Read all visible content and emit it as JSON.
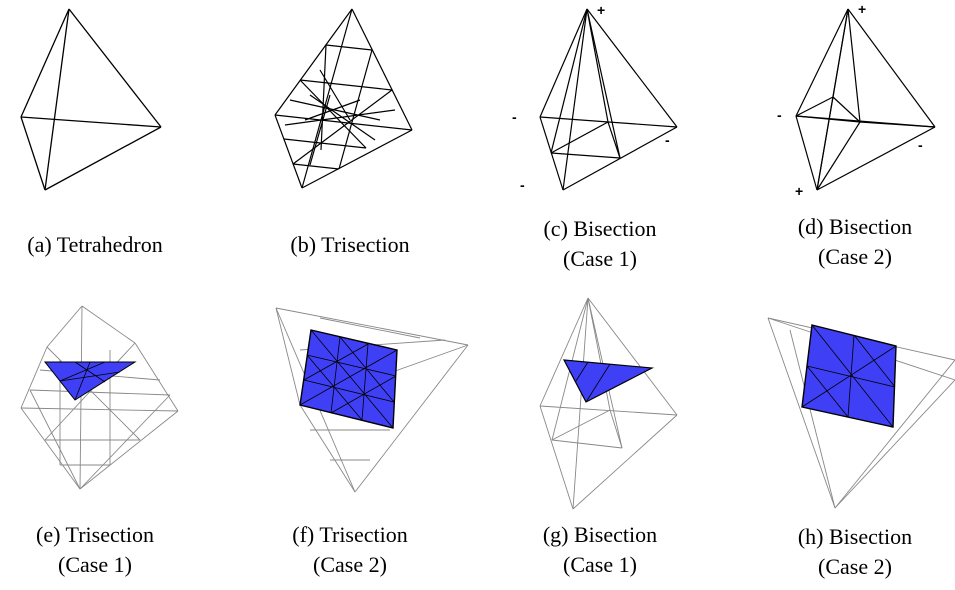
{
  "panels": [
    {
      "id": "a",
      "caption": [
        "(a) Tetrahedron"
      ]
    },
    {
      "id": "b",
      "caption": [
        "(b) Trisection"
      ]
    },
    {
      "id": "c",
      "caption": [
        "(c) Bisection",
        "(Case 1)"
      ]
    },
    {
      "id": "d",
      "caption": [
        "(d) Bisection",
        "(Case 2)"
      ]
    },
    {
      "id": "e",
      "caption": [
        "(e) Trisection",
        "(Case 1)"
      ]
    },
    {
      "id": "f",
      "caption": [
        "(f) Trisection",
        "(Case 2)"
      ]
    },
    {
      "id": "g",
      "caption": [
        "(g) Bisection",
        "(Case 1)"
      ]
    },
    {
      "id": "h",
      "caption": [
        "(h) Bisection",
        "(Case 2)"
      ]
    }
  ],
  "signs": {
    "c_top": "+",
    "c_left": "-",
    "c_right": "-",
    "c_bottom": "-",
    "d_top": "+",
    "d_left": "-",
    "d_right": "-",
    "d_bottom": "+"
  },
  "colors": {
    "edge": "#000000",
    "faint_edge": "#999999",
    "fill": "#3f3ff5"
  }
}
